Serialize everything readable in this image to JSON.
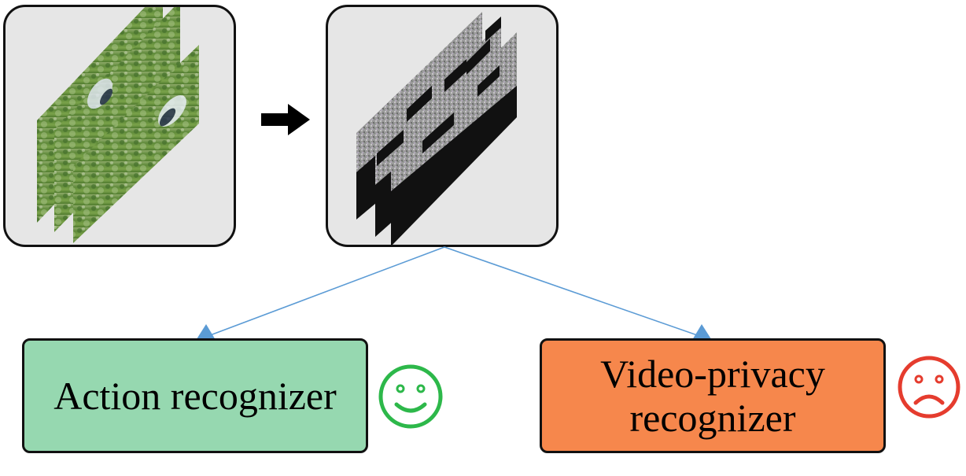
{
  "boxes": {
    "action": {
      "label": "Action recognizer",
      "color": "#96d8b0"
    },
    "privacy": {
      "label_line1": "Video-privacy",
      "label_line2": "recognizer",
      "color": "#f6874c"
    }
  },
  "faces": {
    "happy": {
      "icon": "smiley-face-icon",
      "color": "#2db84a"
    },
    "sad": {
      "icon": "frowning-face-icon",
      "color": "#e53c2e"
    }
  },
  "connector_color": "#5b9bd5"
}
